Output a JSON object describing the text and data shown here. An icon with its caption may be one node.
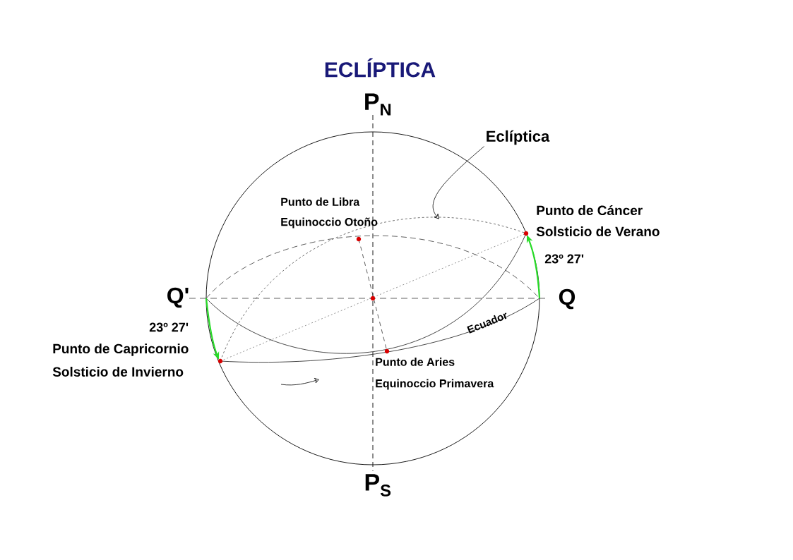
{
  "diagram": {
    "title": "ECLÍPTICA",
    "nodes": [
      {
        "text": [
          "Eclíptica"
        ]
      },
      {
        "text": [],
        "shape": "arc"
      }
    ],
    "edges": [
      {
        "from": 0,
        "to": 1,
        "arrow": "to"
      }
    ],
    "labels": [
      "P$_{N}$",
      "Punto de Libra",
      "Equinoccio Otoño",
      "Punto de Cáncer",
      "Solsticio de Verano",
      "23º 27'",
      "Q'",
      "Q",
      "23º 27'",
      "Ecuador",
      "Punto de Capricornio",
      "Solsticio de Invierno",
      "Punto de Aries",
      "Equinoccio Primavera",
      "P$_{S}$"
    ]
  }
}
